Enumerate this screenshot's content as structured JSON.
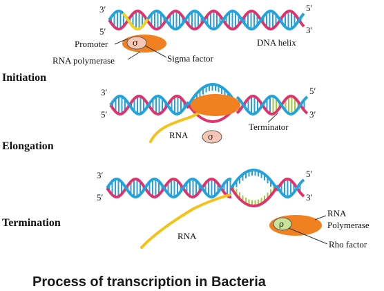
{
  "stages": {
    "initiation": "Initiation",
    "elongation": "Elongation",
    "termination": "Termination"
  },
  "labels": {
    "promoter": "Promoter",
    "rna_polymerase": "RNA polymerase",
    "sigma_factor": "Sigma factor",
    "dna_helix": "DNA helix",
    "terminator": "Terminator",
    "rna": "RNA",
    "rna_polymerase_line1": "RNA",
    "rna_polymerase_line2": "Polymerase",
    "rho_factor": "Rho factor"
  },
  "ends": {
    "three_prime": "3′",
    "five_prime": "5′"
  },
  "symbols": {
    "sigma": "σ",
    "rho": "ρ"
  },
  "caption": "Process of transcription in Bacteria",
  "colors": {
    "strand_pink": "#e0336c",
    "strand_blue": "#23a3db",
    "rung_blue": "#2c9fd9",
    "terminator_green": "#9ac93c",
    "promoter_yellow": "#f4d21f",
    "rna_yellow": "#f5c21b",
    "polymerase_orange": "#f08020",
    "sigma_fill": "#f6c7b4",
    "rho_fill": "#c9e39a"
  }
}
